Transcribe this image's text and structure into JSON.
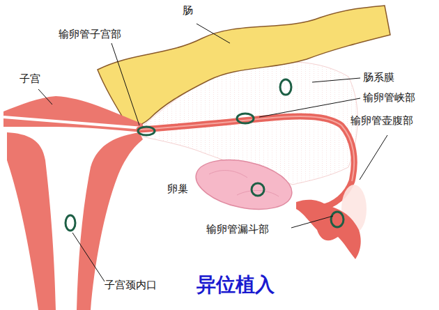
{
  "diagram": {
    "caption": "异位植入",
    "labels": [
      "肠",
      "输卵管子宫部",
      "子宫",
      "肠系膜",
      "输卵管峡部",
      "输卵管壶腹部",
      "卵巢",
      "输卵管漏斗部",
      "子宫颈内口"
    ]
  }
}
